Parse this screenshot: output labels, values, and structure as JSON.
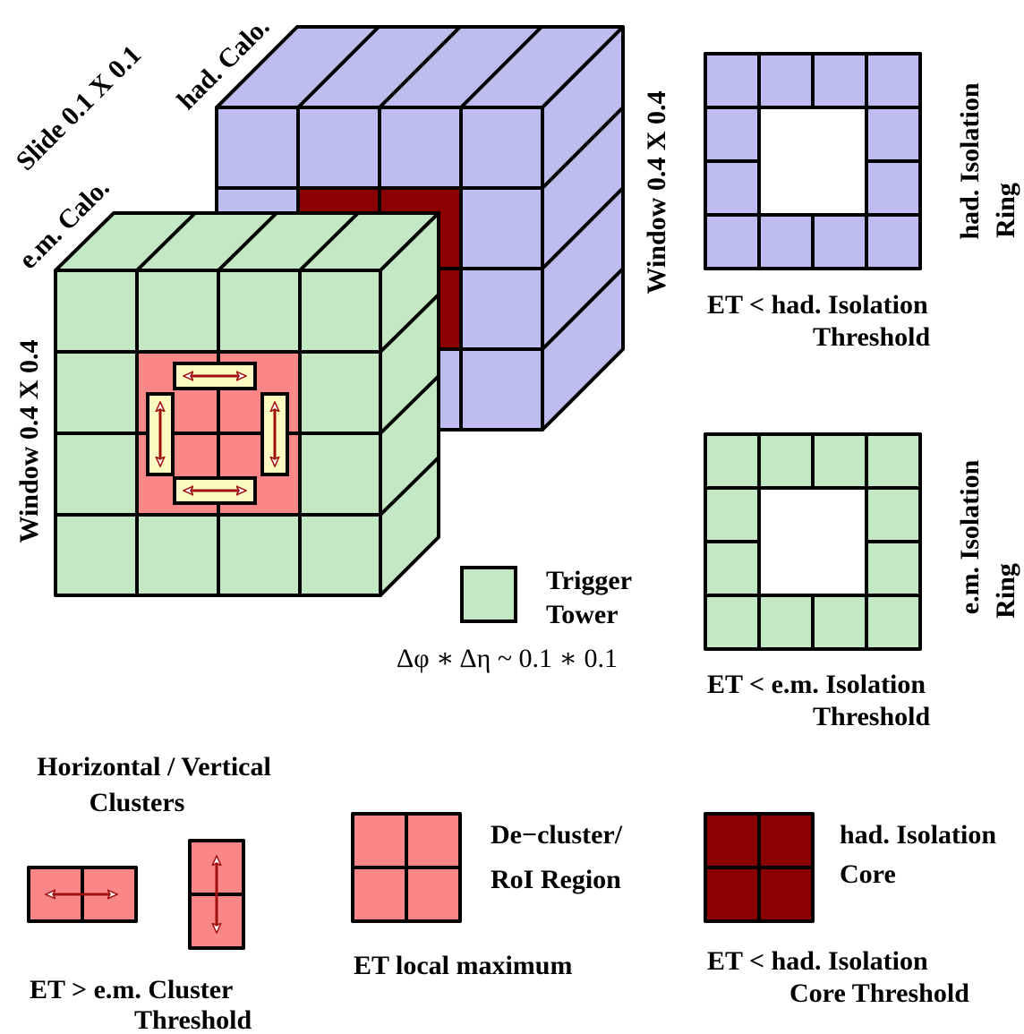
{
  "labels": {
    "slide": "Slide  0.1 X 0.1",
    "had_calo": "had. Calo.",
    "em_calo": "e.m. Calo.",
    "window_had": "Window  0.4 X 0.4",
    "window_em": "Window  0.4 X 0.4",
    "trigger_line1": "Trigger",
    "trigger_line2": "Tower",
    "trigger_formula": "Δφ ∗ Δη ~ 0.1 ∗ 0.1",
    "had_ring_side_line1": "had. Isolation",
    "had_ring_side_line2": "Ring",
    "had_ring_cond_line1": "ET  <  had. Isolation",
    "had_ring_cond_line2": "Threshold",
    "em_ring_side_line1": "e.m. Isolation",
    "em_ring_side_line2": "Ring",
    "em_ring_cond_line1": "ET  <  e.m. Isolation",
    "em_ring_cond_line2": "Threshold",
    "clusters_title_line1": "Horizontal / Vertical",
    "clusters_title_line2": "Clusters",
    "clusters_cond_line1": "ET  >  e.m. Cluster",
    "clusters_cond_line2": "Threshold",
    "decluster_line1": "De−cluster/",
    "decluster_line2": "RoI Region",
    "decluster_cond": "ET  local  maximum",
    "core_line1": "had. Isolation",
    "core_line2": "Core",
    "core_cond_line1": "ET  <  had. Isolation",
    "core_cond_line2": "Core Threshold"
  },
  "colors": {
    "had": "#bdbdf0",
    "em": "#c4e8c4",
    "roi": "#f98787",
    "core": "#8b0000",
    "arrow_box": "#fafac0",
    "arrow": "#a01010"
  }
}
